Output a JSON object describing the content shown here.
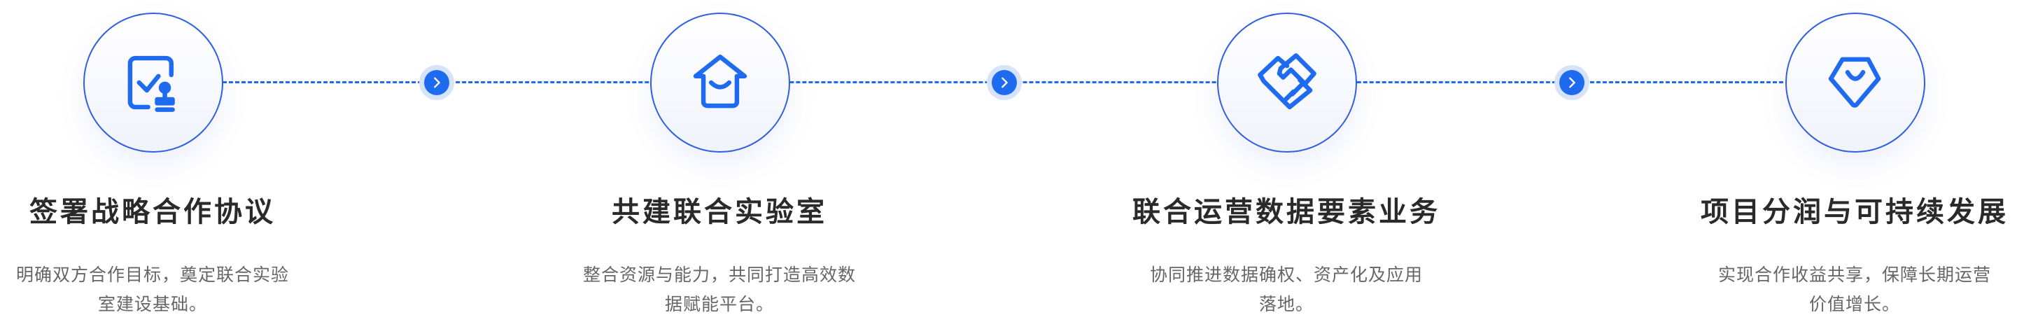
{
  "accent_color": "#1f6bf0",
  "steps": [
    {
      "icon": "contract-stamp-icon",
      "title": "签署战略合作协议",
      "desc": "明确双方合作目标，奠定联合实验室建设基础。"
    },
    {
      "icon": "house-smile-icon",
      "title": "共建联合实验室",
      "desc": "整合资源与能力，共同打造高效数据赋能平台。"
    },
    {
      "icon": "handshake-icon",
      "title": "联合运营数据要素业务",
      "desc": "协同推进数据确权、资产化及应用落地。"
    },
    {
      "icon": "diamond-smile-icon",
      "title": "项目分润与可持续发展",
      "desc": "实现合作收益共享，保障长期运营价值增长。"
    }
  ],
  "connectors": [
    "chevron-right-icon",
    "chevron-right-icon",
    "chevron-right-icon"
  ]
}
